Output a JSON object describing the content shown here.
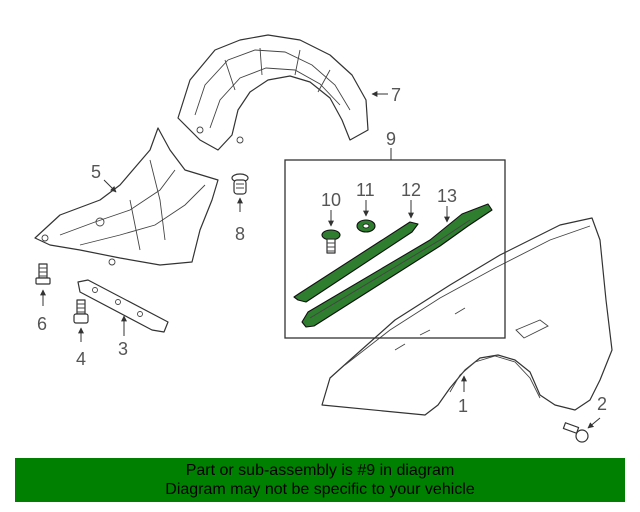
{
  "diagram": {
    "callouts": [
      "1",
      "2",
      "3",
      "4",
      "5",
      "6",
      "7",
      "8",
      "9",
      "10",
      "11",
      "12",
      "13"
    ]
  },
  "banner": {
    "line1": "Part or sub-assembly is #9 in diagram",
    "line2": "Diagram may not be specific to your vehicle",
    "background_color": "#008000",
    "highlight_color": "#2f7d2f"
  }
}
